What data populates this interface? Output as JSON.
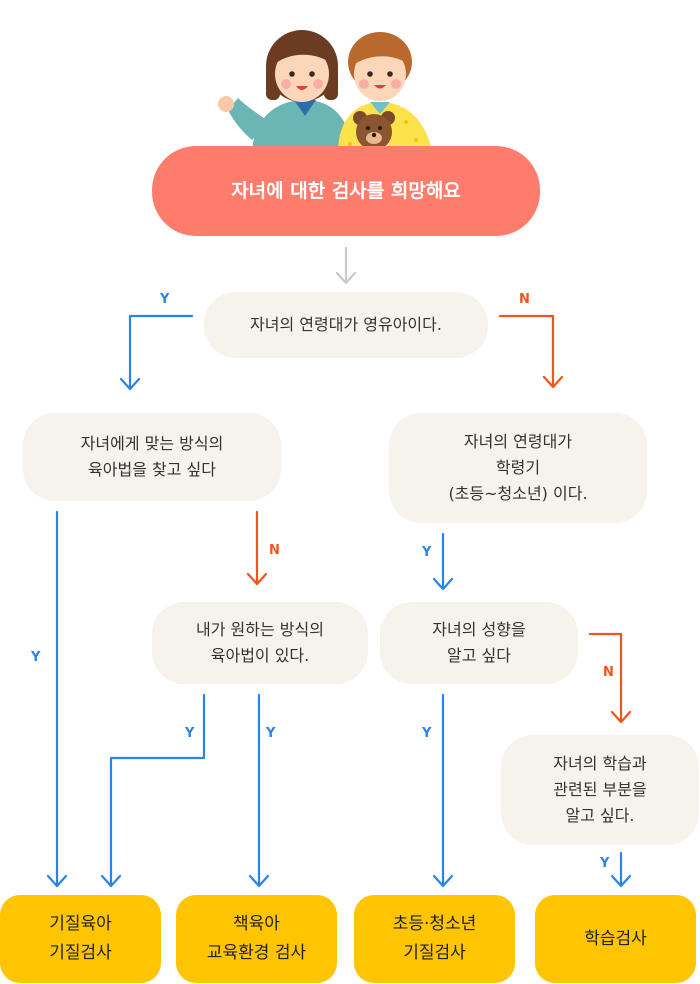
{
  "diagram": {
    "start": "자녀에 대한 검사를 희망해요",
    "questions": {
      "infant_age": "자녀의 연령대가 영유아이다.",
      "find_method": "자녀에게 맞는 방식의\n육아법을 찾고 싶다",
      "school_age": "자녀의 연령대가\n학령기\n(초등~청소년) 이다.",
      "own_method": "내가 원하는 방식의\n육아법이 있다.",
      "know_temper": "자녀의 성향을\n알고 싶다",
      "learning": "자녀의 학습과\n관련된 부분을\n알고 싶다."
    },
    "results": {
      "temperament": "기질육아\n기질검사",
      "book_parenting": "책육아\n교육환경 검사",
      "school_temperament": "초등·청소년\n기질검사",
      "learning_test": "학습검사"
    },
    "labels": {
      "yes": "Y",
      "no": "N"
    },
    "colors": {
      "yes": "#2a83e8",
      "no": "#f2551c",
      "neutral": "#c9c9c9",
      "start_box": "#fd7c6c",
      "question_box": "#f5f3ec",
      "result_box": "#ffc402"
    }
  }
}
